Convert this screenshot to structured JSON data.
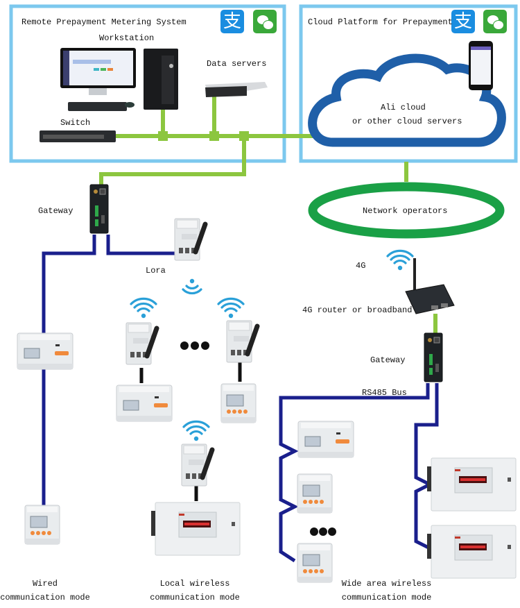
{
  "colors": {
    "panel_border": "#7cc8ee",
    "ethernet_line": "#8cc63f",
    "bus_line": "#1a1f8c",
    "cloud": "#1f5fa8",
    "operator_ring": "#1aa046",
    "wifi": "#2aa0d8"
  },
  "left_panel": {
    "title": "Remote Prepayment Metering System",
    "workstation_label": "Workstation",
    "data_servers_label": "Data servers",
    "switch_label": "Switch",
    "icons": [
      "alipay-icon",
      "wechat-icon"
    ]
  },
  "right_panel": {
    "title": "Cloud Platform for Prepayment",
    "cloud_line1": "Ali cloud",
    "cloud_line2": "or other cloud servers",
    "icons": [
      "alipay-icon",
      "wechat-icon",
      "smartphone-icon"
    ]
  },
  "network": {
    "operators_label": "Network operators",
    "fourg_label": "4G",
    "router_label": "4G router or broadband"
  },
  "wired": {
    "gateway_label": "Gateway",
    "lora_label": "Lora",
    "mode_line1": "Wired",
    "mode_line2": "communication mode"
  },
  "local_wireless": {
    "mode_line1": "Local wireless",
    "mode_line2": "communication mode"
  },
  "wide_area": {
    "gateway_label": "Gateway",
    "bus_label": "RS485 Bus",
    "mode_line1": "Wide area wireless",
    "mode_line2": "communication mode"
  }
}
